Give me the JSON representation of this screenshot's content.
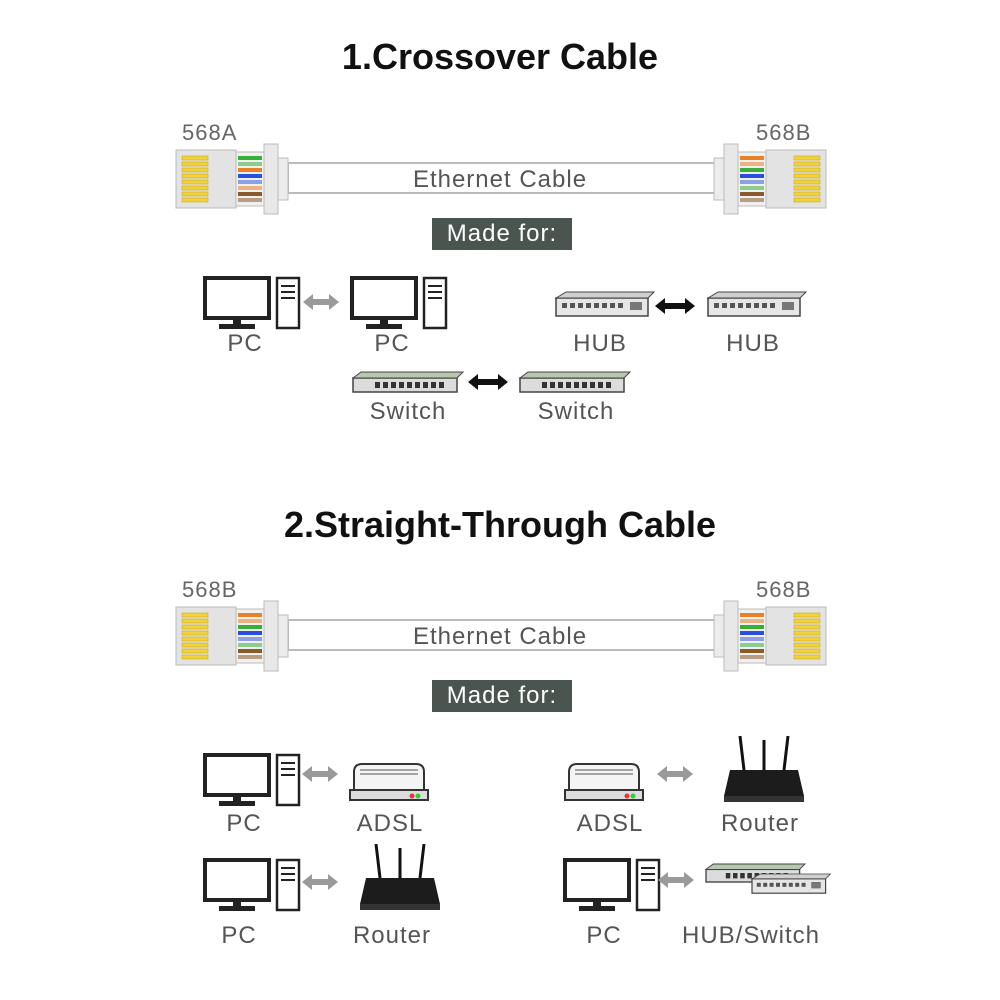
{
  "sections": [
    {
      "title": "1.Crossover Cable",
      "left_standard": "568A",
      "right_standard": "568B",
      "cable_label": "Ethernet Cable",
      "made_for": "Made for:",
      "pairs": [
        {
          "left": "PC",
          "right": "PC"
        },
        {
          "left": "HUB",
          "right": "HUB"
        },
        {
          "left": "Switch",
          "right": "Switch"
        }
      ]
    },
    {
      "title": "2.Straight-Through Cable",
      "left_standard": "568B",
      "right_standard": "568B",
      "cable_label": "Ethernet Cable",
      "made_for": "Made for:",
      "pairs": [
        {
          "left": "PC",
          "right": "ADSL"
        },
        {
          "left": "ADSL",
          "right": "Router"
        },
        {
          "left": "PC",
          "right": "Router"
        },
        {
          "left": "PC",
          "right": "HUB/Switch"
        }
      ]
    }
  ],
  "colors": {
    "wire_orange": "#e8822a",
    "wire_green": "#3aae3a",
    "wire_blue": "#2a4fd8",
    "wire_brown": "#8a5a2a",
    "contact_gold": "#f2d23c",
    "badge_bg": "#4a5550"
  }
}
